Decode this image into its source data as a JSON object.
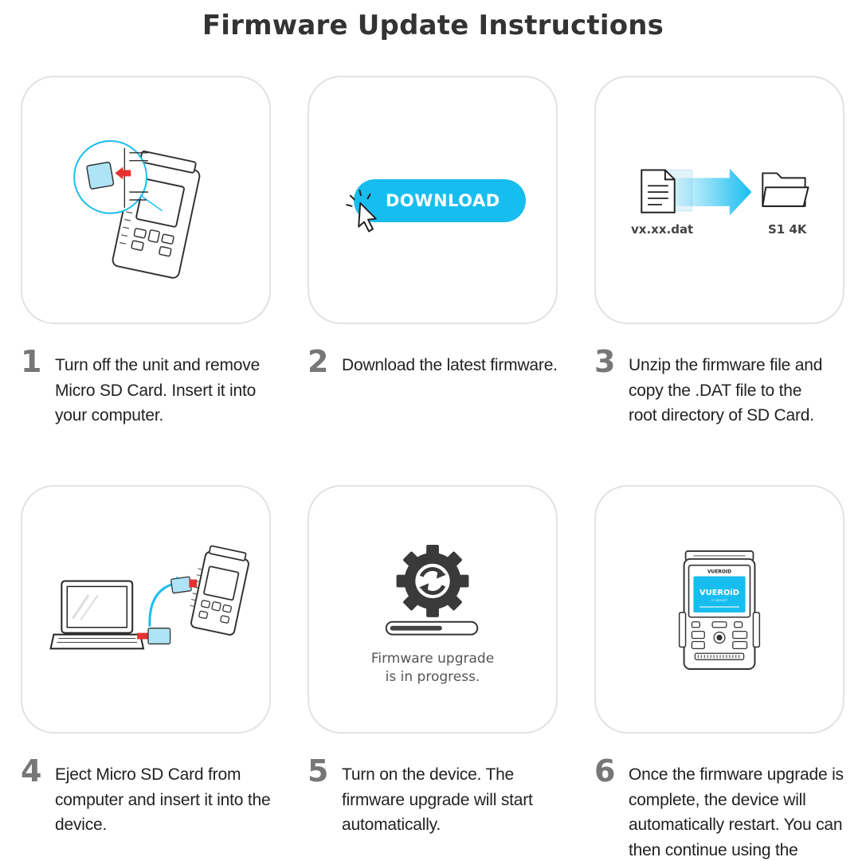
{
  "page": {
    "title": "Firmware Update Instructions"
  },
  "steps": [
    {
      "number": "1",
      "text": "Turn off the unit and remove Micro SD Card. Insert it into your computer."
    },
    {
      "number": "2",
      "text": "Download the latest firmware."
    },
    {
      "number": "3",
      "text": "Unzip the firmware file and copy the .DAT file to the root directory of SD Card."
    },
    {
      "number": "4",
      "text": "Eject Micro SD Card from computer and insert it into the device."
    },
    {
      "number": "5",
      "text": "Turn on the device. The firmware upgrade will start automatically."
    },
    {
      "number": "6",
      "text": "Once the firmware upgrade is complete, the device will automatically restart. You can then continue using the device."
    }
  ],
  "illustrations": {
    "download_button_label": "DOWNLOAD",
    "file_name": "vx.xx.dat",
    "device_folder": "S1 4K",
    "progress_message_line1": "Firmware upgrade",
    "progress_message_line2": "is in progress.",
    "progress_fraction": 0.62,
    "device_brand": "VUEROID",
    "device_screen_brand": "VUEROiD",
    "device_screen_subtext": "S1 INFINITE"
  },
  "colors": {
    "accent_blue": "#18bdf0",
    "sd_red": "#e8312f",
    "card_border": "#e2e2e2",
    "step_number": "#777777"
  },
  "icons": [
    "dashcam-icon",
    "cursor-click-icon",
    "document-icon",
    "arrow-right-icon",
    "folder-icon",
    "laptop-icon",
    "gear-sync-icon",
    "progress-bar",
    "sd-card-icon"
  ]
}
